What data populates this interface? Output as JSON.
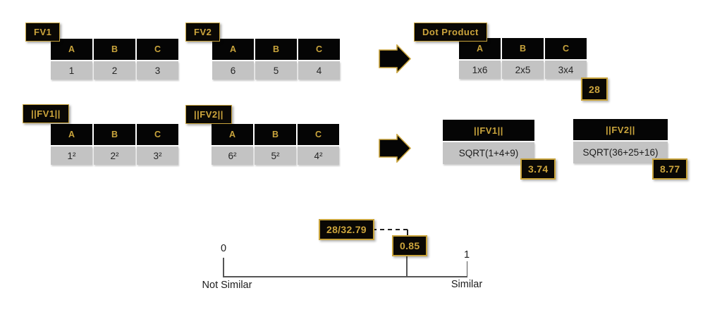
{
  "palette": {
    "gold_border": "#c9a43c",
    "gold_text": "#cda53c",
    "black_fill": "#0a0805",
    "cell_gray": "#c3c3c3",
    "cell_text": "#262626",
    "scale_line": "#555555"
  },
  "row1": {
    "fv1": {
      "label": "FV1",
      "headers": [
        "A",
        "B",
        "C"
      ],
      "values": [
        "1",
        "2",
        "3"
      ]
    },
    "fv2": {
      "label": "FV2",
      "headers": [
        "A",
        "B",
        "C"
      ],
      "values": [
        "6",
        "5",
        "4"
      ]
    },
    "dot": {
      "label": "Dot Product",
      "headers": [
        "A",
        "B",
        "C"
      ],
      "values": [
        "1x6",
        "2x5",
        "3x4"
      ],
      "result": "28"
    }
  },
  "row2": {
    "fv1_sq": {
      "label": "||FV1||",
      "headers": [
        "A",
        "B",
        "C"
      ],
      "values": [
        "1²",
        "2²",
        "3²"
      ]
    },
    "fv2_sq": {
      "label": "||FV2||",
      "headers": [
        "A",
        "B",
        "C"
      ],
      "values": [
        "6²",
        "5²",
        "4²"
      ]
    },
    "norm1": {
      "label": "||FV1||",
      "formula": "SQRT(1+4+9)",
      "result": "3.74"
    },
    "norm2": {
      "label": "||FV2||",
      "formula": "SQRT(36+25+16)",
      "result": "8.77"
    }
  },
  "scale": {
    "fraction": "28/32.79",
    "value": "0.85",
    "min_tick": "0",
    "max_tick": "1",
    "min_caption": "Not Similar",
    "max_caption": "Similar"
  }
}
